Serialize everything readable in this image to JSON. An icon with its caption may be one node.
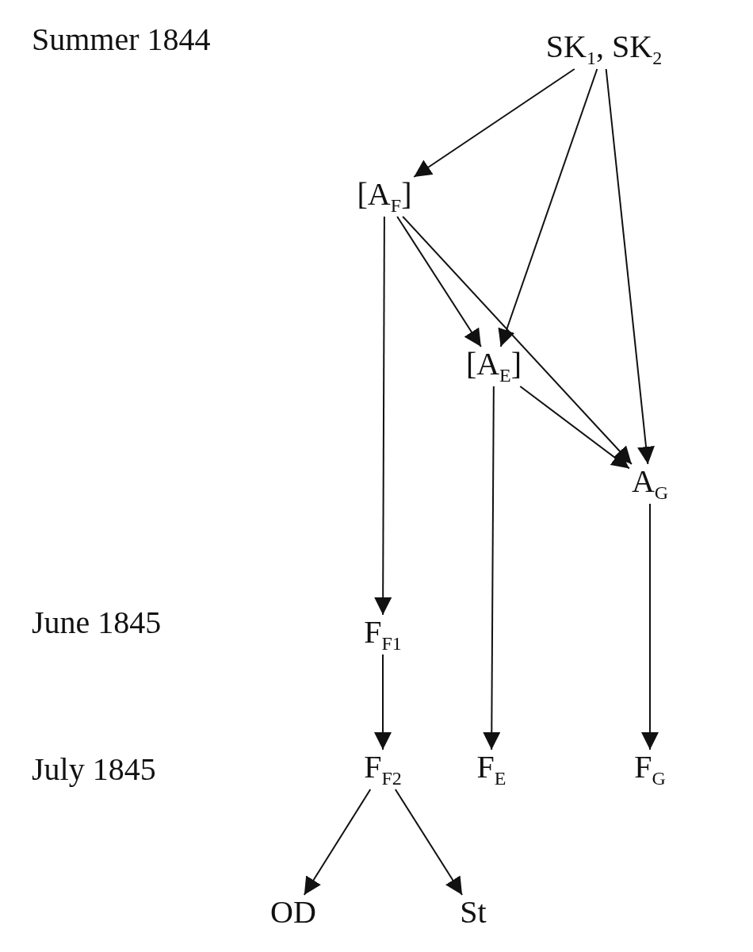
{
  "diagram": {
    "nodes": [
      {
        "text": [
          "SK$_{1}$, SK$_{2}$"
        ]
      },
      {
        "text": [
          "[A$_{F}$]"
        ]
      },
      {
        "text": [
          "[A$_{E}$]"
        ]
      },
      {
        "text": [
          "A$_{G}$"
        ]
      },
      {
        "text": [
          "F$_{F1}$"
        ]
      },
      {
        "text": [
          "F$_{F2}$"
        ]
      },
      {
        "text": [
          "F$_{E}$"
        ]
      },
      {
        "text": [
          "F$_{G}$"
        ]
      },
      {
        "text": [
          "OD"
        ]
      },
      {
        "text": [
          "St"
        ]
      }
    ],
    "edges": [
      {
        "from": 0,
        "to": 1,
        "arrow": "to"
      },
      {
        "from": 0,
        "to": 2,
        "arrow": "to"
      },
      {
        "from": 0,
        "to": 3,
        "arrow": "to"
      },
      {
        "from": 1,
        "to": 2,
        "arrow": "to"
      },
      {
        "from": 1,
        "to": 3,
        "arrow": "to"
      },
      {
        "from": 1,
        "to": 4,
        "arrow": "to"
      },
      {
        "from": 2,
        "to": 3,
        "arrow": "to"
      },
      {
        "from": 2,
        "to": 6,
        "arrow": "to"
      },
      {
        "from": 3,
        "to": 7,
        "arrow": "to"
      },
      {
        "from": 4,
        "to": 5,
        "arrow": "to"
      },
      {
        "from": 5,
        "to": 8,
        "arrow": "to"
      },
      {
        "from": 5,
        "to": 9,
        "arrow": "to"
      }
    ],
    "labels": [
      "Summer 1844",
      "June 1845",
      "July 1845"
    ]
  }
}
